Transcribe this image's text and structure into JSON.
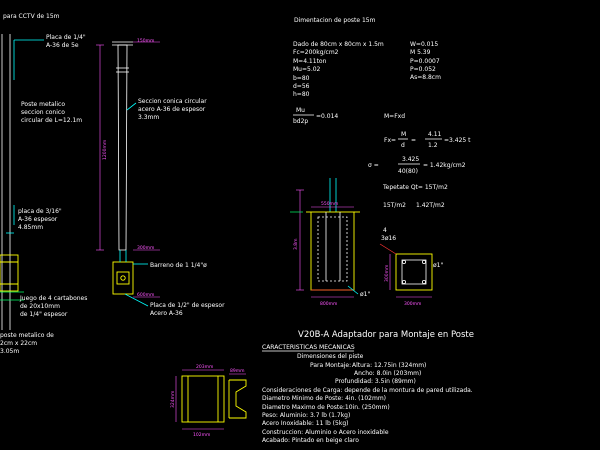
{
  "title": {
    "top_left": "para CCTV de 15m",
    "top_right": "Dimentacion de poste 15m"
  },
  "pole_labels": {
    "plate_top": "Placa de 1/4\"",
    "plate_top_spec": "A-36 de 5e",
    "pole_metal": "Poste metalico",
    "pole_section": "seccion conico",
    "pole_len": "circular de L=12.1m",
    "conic_1": "Seccion conica circular",
    "conic_2": "acero A-36 de espesor",
    "conic_3": "3.3mm",
    "plate_316": "placa de 3/16\"",
    "plate_316_spec": "A-36 espesor",
    "plate_316_thk": "4.85mm",
    "bolt": "Barreno de 1 1/4\"ø",
    "gusset_1": "Juego de 4 cartabones",
    "gusset_2": "de 20x10mm",
    "gusset_3": "de 1/4\" espesor",
    "plate_half_1": "Placa de 1/2\" de espesor",
    "plate_half_2": "Acero A-36",
    "base_1": "poste metalico de",
    "base_2": "2cm x 22cm",
    "base_3": "3.05m"
  },
  "dims": {
    "d1": "150mm",
    "d2": "300mm",
    "d3": "600mm",
    "d4": "1200mm",
    "d5": "550mm",
    "d6": "300mm",
    "d7": "3.8m",
    "d8": "800mm",
    "d9": "300mm"
  },
  "calc": {
    "l1": "Dado de 80cm x 80cm x 1.5m",
    "l2": "Fc=200kg/cm2",
    "l3": "M=4.11ton",
    "l4": "Mu=5.02",
    "l5": "b=80",
    "l6": "d=56",
    "l7": "h=80",
    "r1": "W=0.015",
    "r2": "M 5.39",
    "r3": "P=0.0007",
    "r4": "P=0.052",
    "r5": "As=8.8cm",
    "mu_num": "Mu",
    "mu_den": "bd2p",
    "mu_res": "=0.014",
    "mfxd": "M=Fxd",
    "fx_lhs": "Fx=",
    "fx_frac_num": "M",
    "fx_frac_den": "d",
    "fx_eq": "=",
    "fx_num": "4.11",
    "fx_den": "1.2",
    "fx_res": "=3.425  t",
    "sigma_lhs": "σ =",
    "sigma_num": "3.425",
    "sigma_den": "40(80)",
    "sigma_res": "= 1.42kg/cm2",
    "soil": "Tepetate  Qt= 15T/m2",
    "soil_cmp_a": "15T/m2",
    "soil_cmp_b": "1.42T/m2"
  },
  "section_labels": {
    "bar_a": "ø1\"",
    "bar_b": "ø1\"",
    "bars_qty": "4",
    "bars_spec": "3ø16"
  },
  "adapter": {
    "title": "V20B-A Adaptador para Montaje en Poste",
    "heading": "CARACTERISTICAS MECANICAS",
    "sub": "Dimensiones del piste",
    "mount_label": "Para Montaje:",
    "alto": "Altura: 12.75in (324mm)",
    "ancho": "Ancho: 8.0in (203mm)",
    "prof": "Profundidad: 3.5in (89mm)",
    "line1": "Consideraciones de Carga: depende de la montura de pared utilizada.",
    "line2": "Diametro Minimo de Poste: 4in. (102mm)",
    "line3": "Diametro Maximo de Poste:10in. (250mm)",
    "line4": "Peso: Aluminio: 3.7 lb (1.7kg)",
    "line5": "Acero Inoxidable: 11 lb (5kg)",
    "line6": "Construccion: Aluminio o Acero inoxidable",
    "line7": "Acabado: Pintado en beige claro"
  },
  "adapter_dims": {
    "a1": "203mm",
    "a2": "89mm",
    "a3": "324mm",
    "a4": "102mm"
  }
}
